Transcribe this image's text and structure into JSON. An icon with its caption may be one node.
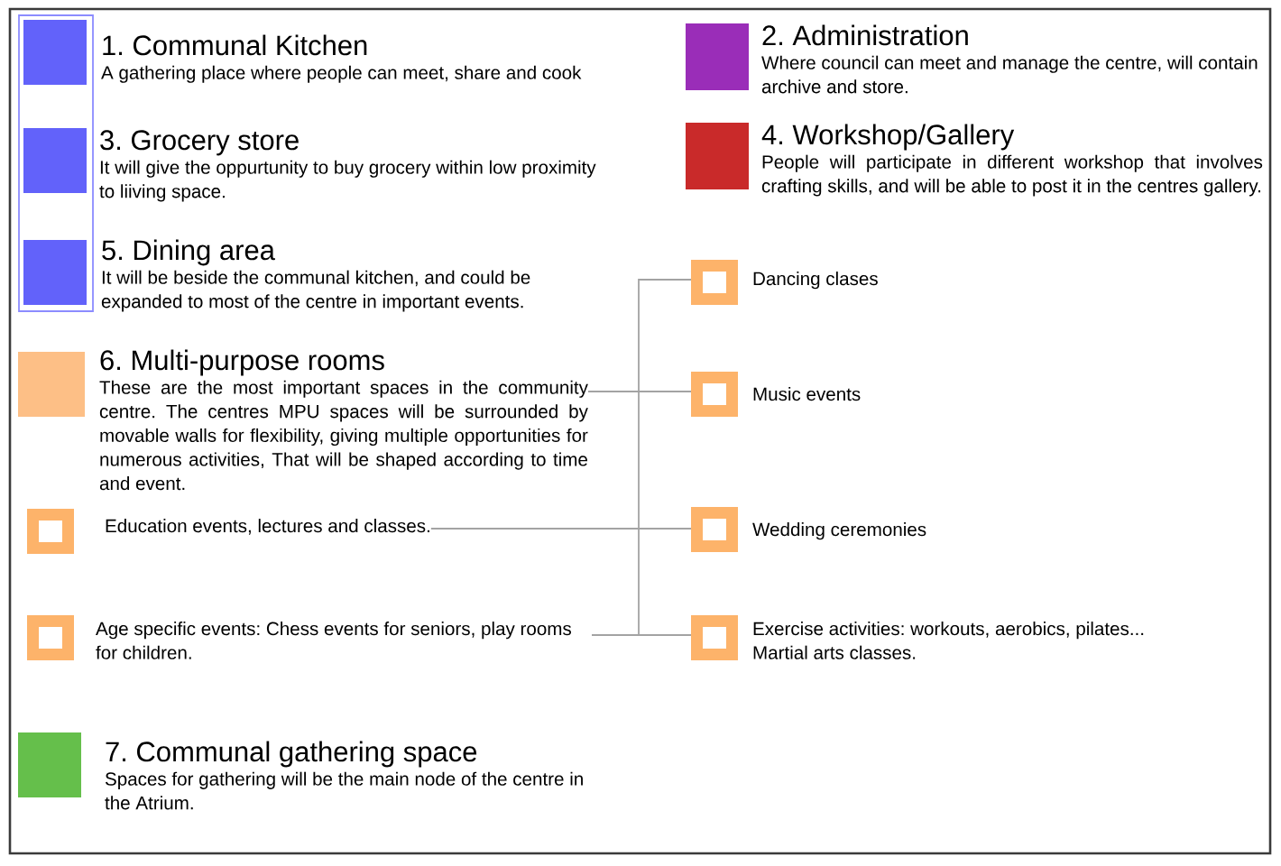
{
  "diagram": {
    "nodes": [
      {
        "text": [
          "1. Communal Kitchen",
          "A gathering place where people can meet, share and cook"
        ]
      },
      {
        "text": [
          "2. Administration",
          "Where council can meet and manage the centre, will contain archive and store."
        ]
      },
      {
        "text": [
          "3. Grocery store",
          "It will give the oppurtunity to buy grocery within low proximity to liiving space."
        ]
      },
      {
        "text": [
          "4. Workshop/Gallery",
          "People will participate in different workshop that involves crafting skills, and will be able to post it in the centres gallery."
        ]
      },
      {
        "text": [
          "5. Dining area",
          "It will be beside the communal kitchen, and could be expanded to most of the centre in important events."
        ]
      },
      {
        "text": [
          "Dancing clases"
        ]
      },
      {
        "text": [
          "6. Multi-purpose rooms",
          "These are the most important spaces in the community centre. The centres MPU spaces will be surrounded by movable walls for flexibility, giving multiple opportunities for numerous activities, That will be shaped according to time and event."
        ]
      },
      {
        "text": [
          "Music events"
        ]
      },
      {
        "text": [
          "Education events, lectures and classes."
        ]
      },
      {
        "text": [
          "Wedding ceremonies"
        ]
      },
      {
        "text": [
          "Age specific events: Chess events for seniors, play rooms for children."
        ]
      },
      {
        "text": [
          "Exercise activities: workouts, aerobics, pilates... Martial arts classes."
        ]
      },
      {
        "text": [
          "7. Communal gathering space",
          "Spaces for gathering will be the main node of the centre in the Atrium."
        ]
      }
    ],
    "edges": [
      {
        "from": 6,
        "to": 5,
        "arrow": "none"
      },
      {
        "from": 6,
        "to": 7,
        "arrow": "none"
      },
      {
        "from": 6,
        "to": 8,
        "arrow": "none"
      },
      {
        "from": 6,
        "to": 9,
        "arrow": "none"
      },
      {
        "from": 6,
        "to": 10,
        "arrow": "none"
      },
      {
        "from": 6,
        "to": 11,
        "arrow": "none"
      }
    ]
  }
}
